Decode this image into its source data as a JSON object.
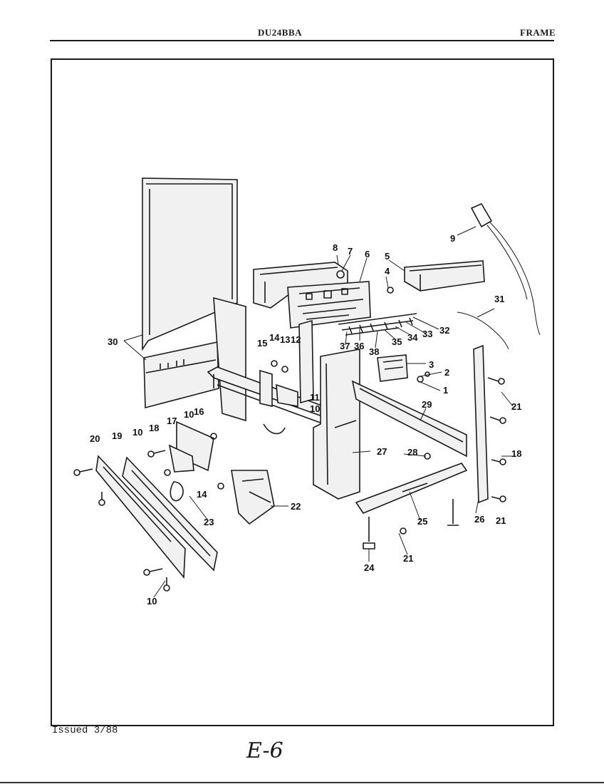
{
  "header": {
    "model": "DU24BBA",
    "section": "FRAME"
  },
  "footer": {
    "issued": "Issued 3/88",
    "page_mark": "E-6"
  },
  "callouts": {
    "c1": "1",
    "c2": "2",
    "c3": "3",
    "c4": "4",
    "c5": "5",
    "c6": "6",
    "c7": "7",
    "c8": "8",
    "c9": "9",
    "c10": "10",
    "c11": "11",
    "c12": "12",
    "c13": "13",
    "c14": "14",
    "c15": "15",
    "c16": "16",
    "c17": "17",
    "c18": "18",
    "c19": "19",
    "c20": "20",
    "c21": "21",
    "c22": "22",
    "c23": "23",
    "c24": "24",
    "c25": "25",
    "c26": "26",
    "c27": "27",
    "c28": "28",
    "c29": "29",
    "c30": "30",
    "c31": "31",
    "c32": "32",
    "c33": "33",
    "c34": "34",
    "c35": "35",
    "c36": "36",
    "c37": "37",
    "c38": "38"
  }
}
